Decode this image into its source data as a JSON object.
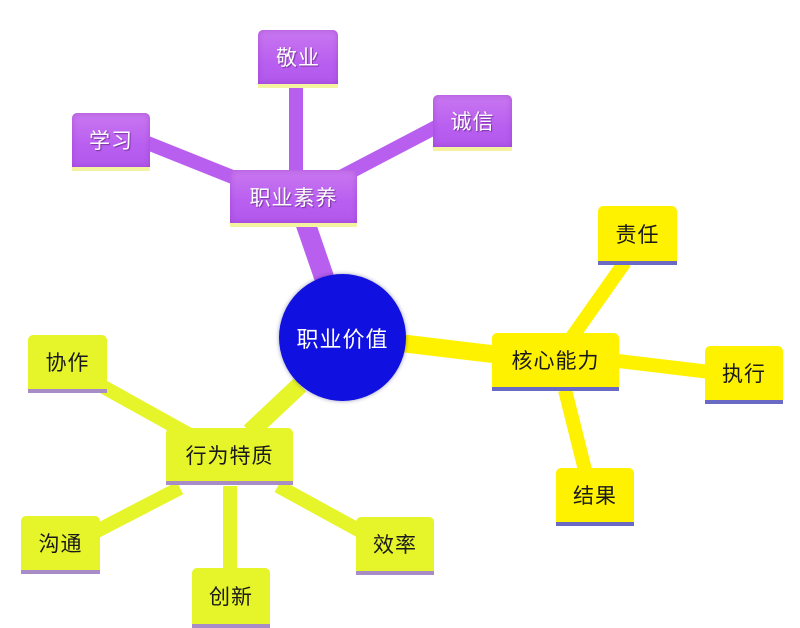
{
  "title": "职业价值",
  "colors": {
    "center": "#1010e0",
    "purple_branch": "#b95ff0",
    "yellow_branch": "#fff200",
    "lime_branch": "#e6f52a"
  },
  "center": {
    "label": "职业价值"
  },
  "branches": [
    {
      "label": "职业素养",
      "color": "purple",
      "children": [
        {
          "label": "学习"
        },
        {
          "label": "敬业"
        },
        {
          "label": "诚信"
        }
      ]
    },
    {
      "label": "核心能力",
      "color": "yellow",
      "children": [
        {
          "label": "责任"
        },
        {
          "label": "执行"
        },
        {
          "label": "结果"
        }
      ]
    },
    {
      "label": "行为特质",
      "color": "lime",
      "children": [
        {
          "label": "协作"
        },
        {
          "label": "沟通"
        },
        {
          "label": "创新"
        },
        {
          "label": "效率"
        }
      ]
    }
  ]
}
